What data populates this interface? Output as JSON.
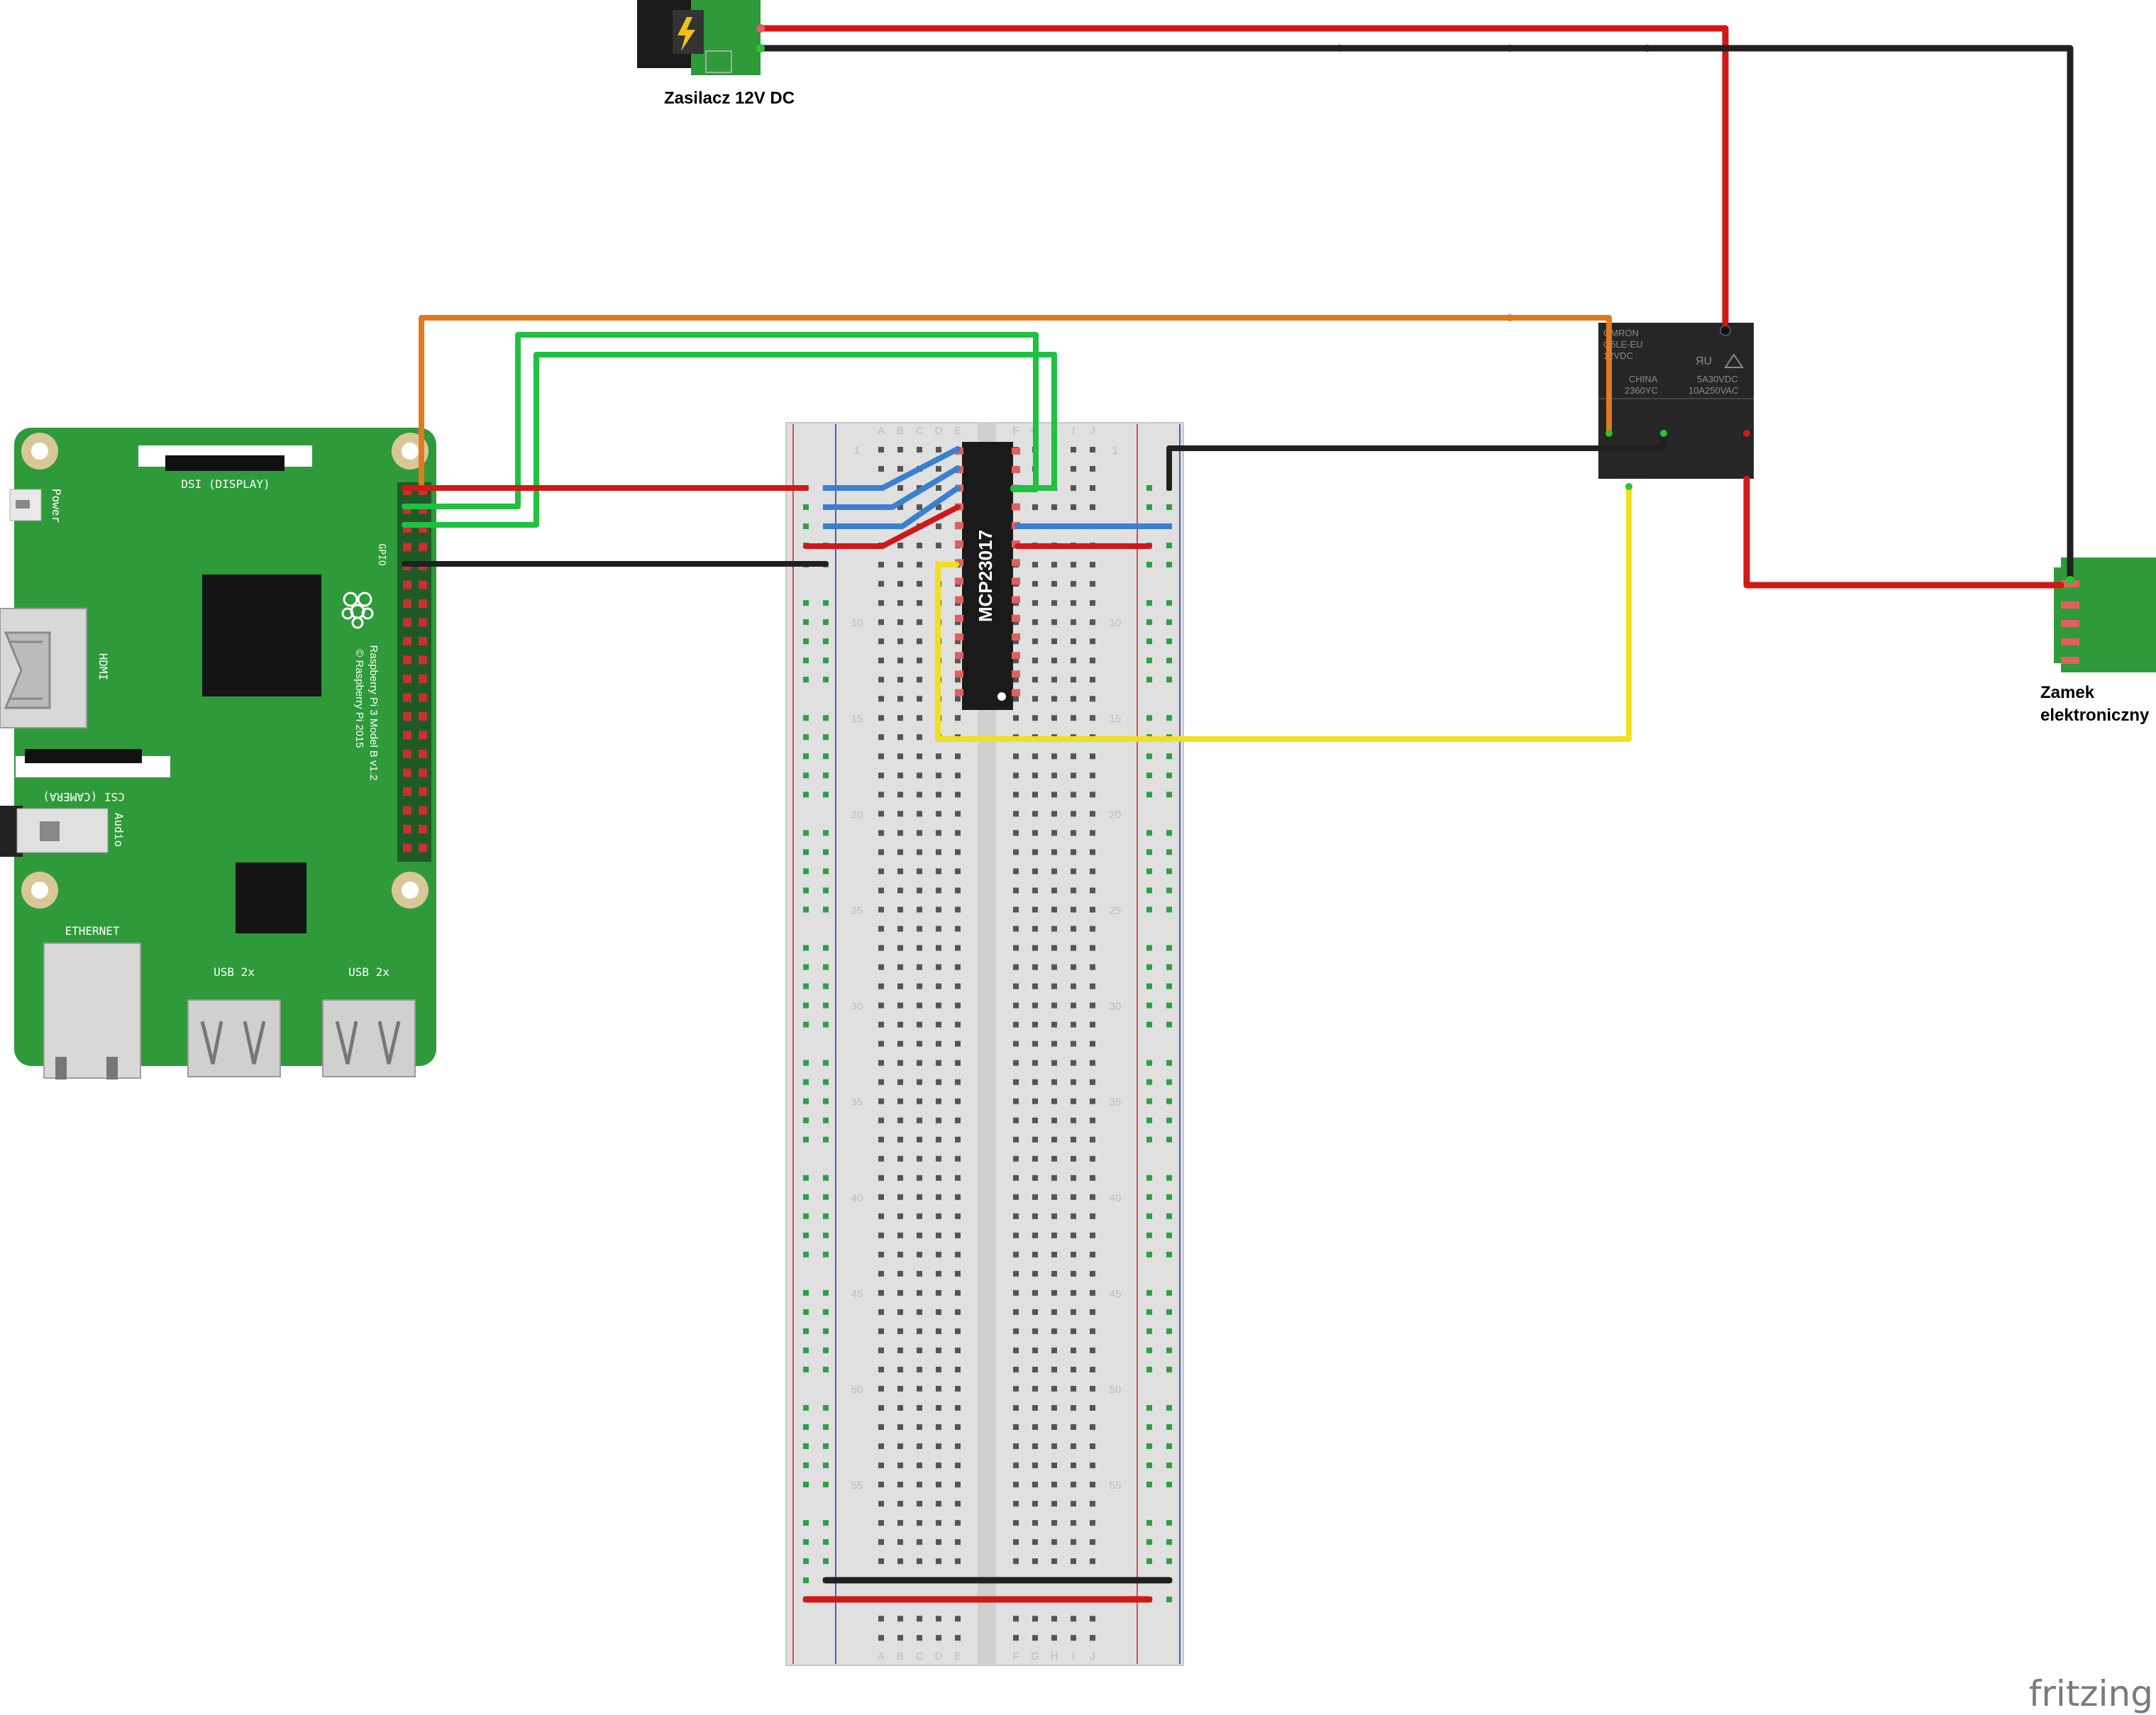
{
  "labels": {
    "power_supply": "Zasilacz 12V DC",
    "lock_line1": "Zamek",
    "lock_line2": "elektroniczny",
    "ic": "MCP23017",
    "brand": "fritzing"
  },
  "rpi": {
    "dsi": "DSI (DISPLAY)",
    "csi": "CSI (CAMERA)",
    "power": "Power",
    "hdmi": "HDMI",
    "audio": "Audio",
    "ethernet": "ETHERNET",
    "usb1": "USB 2x",
    "usb2": "USB 2x",
    "gpio": "GPIO",
    "model": "Raspberry Pi 3 Model B v1.2",
    "copyright": "© Raspberry Pi 2015"
  },
  "relay": {
    "line1": "OMRON",
    "line2": "G5LE-EU",
    "line3": "12VDC",
    "line4": "CHINA",
    "line5": "2360YC",
    "line6": "5A30VDC",
    "line7": "10A250VAC"
  },
  "breadboard": {
    "cols_left": [
      "A",
      "B",
      "C",
      "D",
      "E"
    ],
    "cols_right": [
      "F",
      "G",
      "H",
      "I",
      "J"
    ],
    "row_numbers": [
      "1",
      "10",
      "15",
      "20",
      "25",
      "30",
      "35",
      "40",
      "45",
      "50",
      "55"
    ]
  },
  "colors": {
    "board_green": "#2e9a3a",
    "wire_red": "#d01818",
    "wire_black": "#202020",
    "wire_orange": "#e07a20",
    "wire_green": "#20c040",
    "wire_blue": "#3a80d0",
    "wire_yellow": "#f0e020"
  }
}
